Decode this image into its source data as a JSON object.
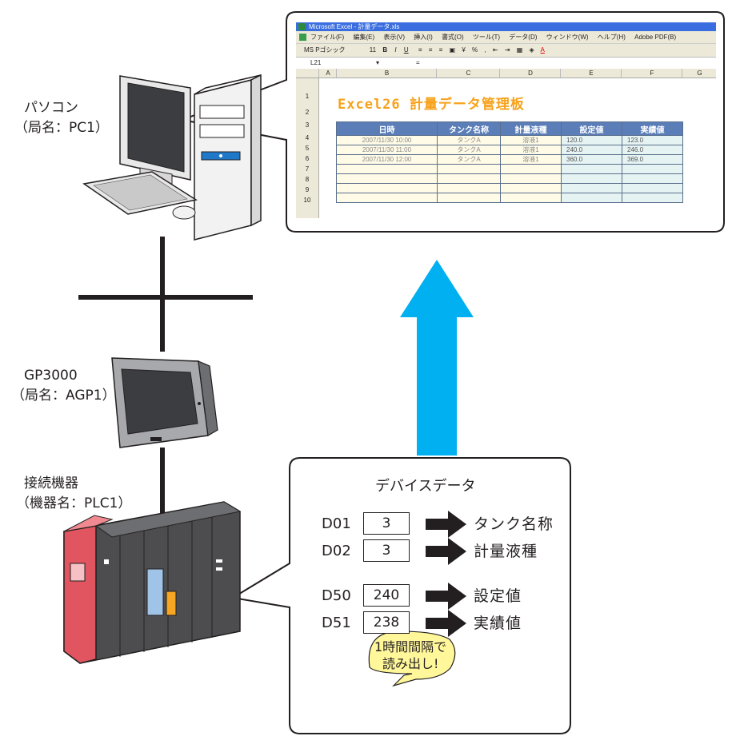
{
  "pc": {
    "name": "パソコン",
    "station": "（局名：PC1）"
  },
  "gp": {
    "name": "GP3000",
    "station": "（局名：AGP1）"
  },
  "plc": {
    "name": "接続機器",
    "station": "（機器名：PLC1）"
  },
  "excel": {
    "window_title": "Microsoft Excel - 計量データ.xls",
    "menu": [
      "ファイル(F)",
      "編集(E)",
      "表示(V)",
      "挿入(I)",
      "書式(O)",
      "ツール(T)",
      "データ(D)",
      "ウィンドウ(W)",
      "ヘルプ(H)",
      "Adobe PDF(B)"
    ],
    "font_name": "MS Pゴシック",
    "font_size": "11",
    "toolbar_symbols": [
      "B",
      "I",
      "U",
      "%",
      ",",
      "A"
    ],
    "name_box": "L21",
    "formula_eq": "=",
    "columns": [
      "A",
      "B",
      "C",
      "D",
      "E",
      "F",
      "G"
    ],
    "rows": [
      "1",
      "2",
      "3",
      "4",
      "5",
      "6",
      "7",
      "8",
      "9",
      "10"
    ],
    "sheet_title": "Excel26 計量データ管理板",
    "headers": [
      "日時",
      "タンク名称",
      "計量液種",
      "設定値",
      "実績値"
    ],
    "data": [
      [
        "2007/11/30 10:00",
        "タンクA",
        "溶液1",
        "120.0",
        "123.0"
      ],
      [
        "2007/11/30 11:00",
        "タンクA",
        "溶液1",
        "240.0",
        "246.0"
      ],
      [
        "2007/11/30 12:00",
        "タンクA",
        "溶液1",
        "360.0",
        "369.0"
      ]
    ]
  },
  "device": {
    "title": "デバイスデータ",
    "items": [
      {
        "addr": "D01",
        "value": "3",
        "label": "タンク名称"
      },
      {
        "addr": "D02",
        "value": "3",
        "label": "計量液種"
      },
      {
        "addr": "D50",
        "value": "240",
        "label": "設定値"
      },
      {
        "addr": "D51",
        "value": "238",
        "label": "実績値"
      }
    ],
    "note_line1": "1時間間隔で",
    "note_line2": "読み出し!"
  },
  "colors": {
    "arrow": "#00b0f0",
    "plc_red": "#e0555f",
    "excel_title": "#f7a21b",
    "header_blue": "#5b7eb8"
  }
}
